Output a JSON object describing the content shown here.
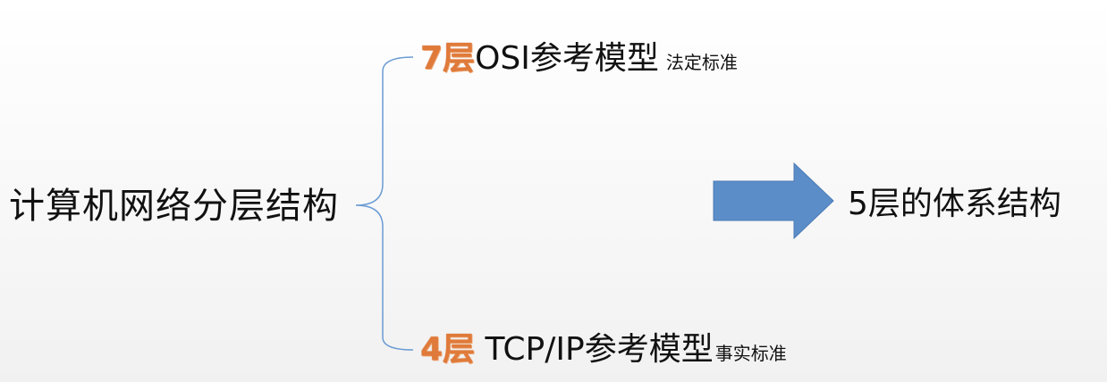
{
  "diagram": {
    "root": "计算机网络分层结构",
    "branches": [
      {
        "layer": "7层",
        "model": "OSI参考模型",
        "note": "法定标准"
      },
      {
        "layer": "4层",
        "model": "TCP/IP参考模型",
        "note": "事实标准"
      }
    ],
    "result": "5层的体系结构"
  },
  "colors": {
    "layer_accent": "#e07a3a",
    "bracket_line": "#6a9bd4",
    "arrow_fill": "#5b8ec9"
  }
}
